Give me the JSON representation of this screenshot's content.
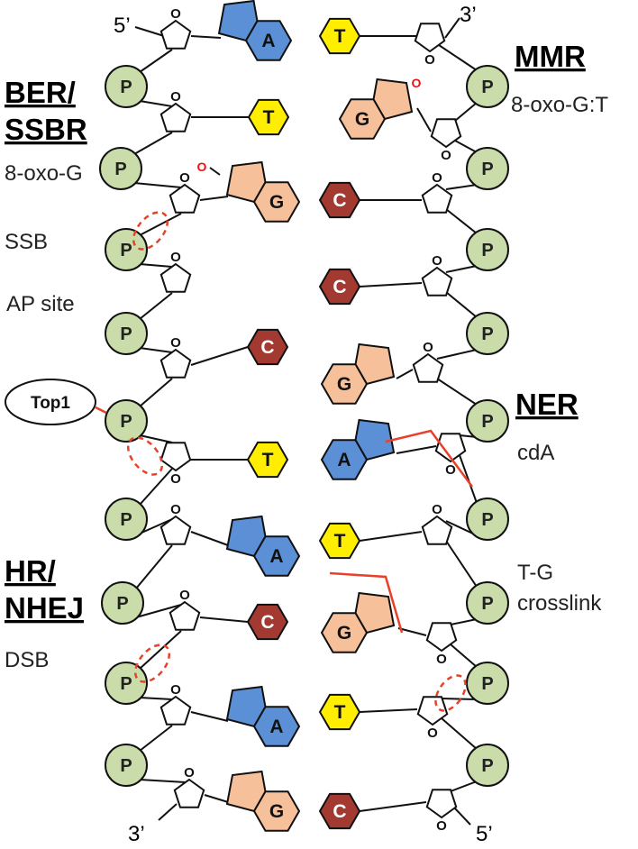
{
  "ends": {
    "left_top": "5’",
    "right_top": "3’",
    "left_bottom": "3’",
    "right_bottom": "5’"
  },
  "phosphate_label": "P",
  "sugar_ring_oxygen": "O",
  "lesion_oxo_label": "O",
  "labels": {
    "ber_header_line1": "BER/",
    "ber_header_line2": "SSBR",
    "oxo_g": "8-oxo-G",
    "ssb": "SSB",
    "ap_site": "AP site",
    "top1": "Top1",
    "hr_header_line1": "HR/",
    "hr_header_line2": "NHEJ",
    "dsb": "DSB",
    "mmr_header": "MMR",
    "oxo_g_t": "8-oxo-G:T",
    "ner_header": "NER",
    "cda": "cdA",
    "tg_line1": "T-G",
    "tg_line2": "crosslink"
  },
  "left_bases": [
    "A",
    "T",
    "G",
    "",
    "C",
    "T",
    "A",
    "C",
    "A",
    "G"
  ],
  "right_bases": [
    "T",
    "G",
    "C",
    "C",
    "G",
    "A",
    "T",
    "G",
    "T",
    "C"
  ],
  "base_colors": {
    "A": "#5b8fd6",
    "T": "#ffee00",
    "G": "#f6c09a",
    "C": "#a33a32"
  },
  "colors": {
    "phosphate_fill": "#c9dcaa",
    "lesion": "#e8412a"
  }
}
